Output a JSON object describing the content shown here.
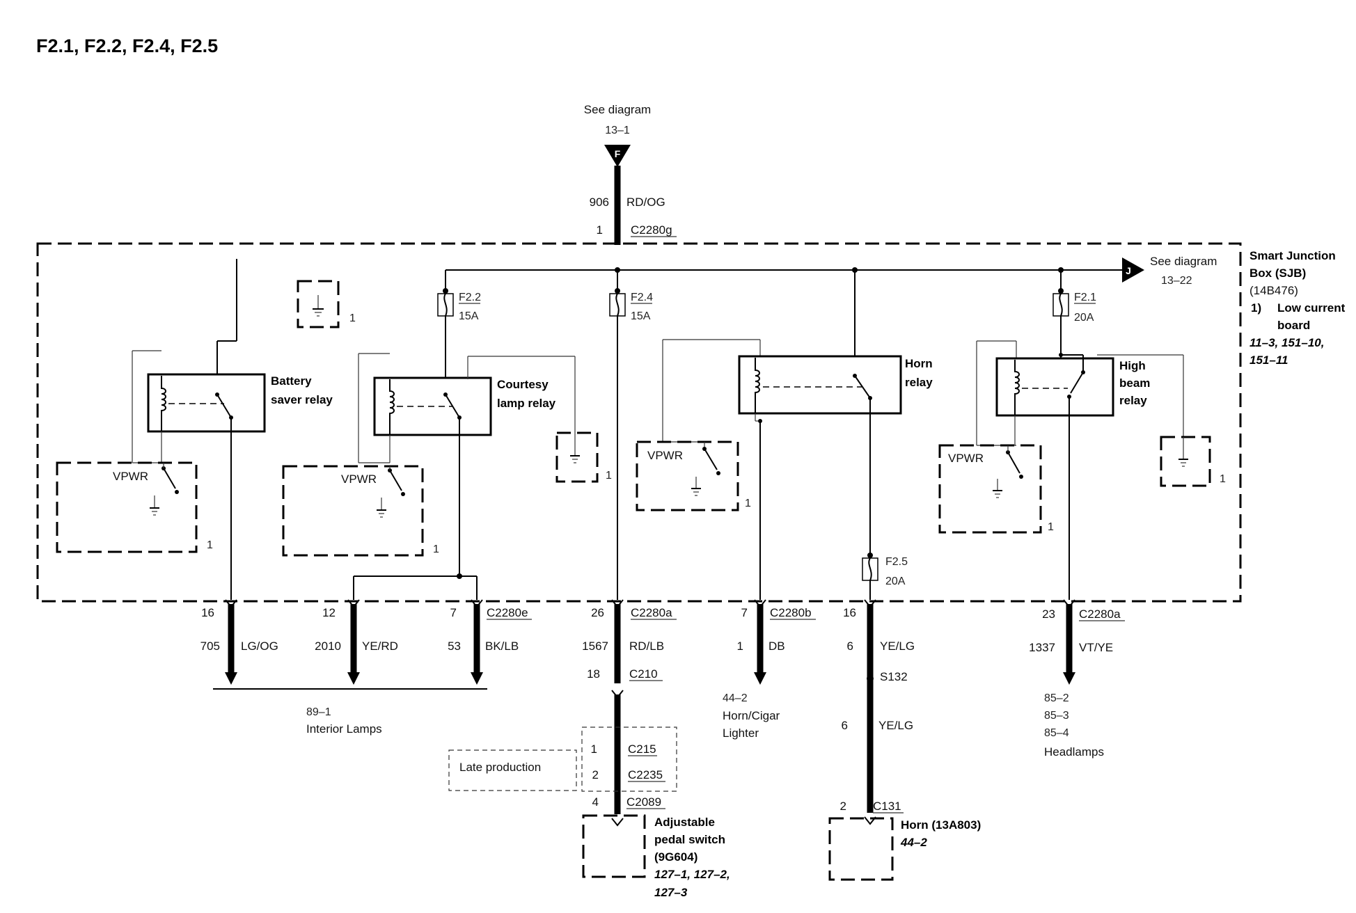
{
  "title": "F2.1, F2.2, F2.4, F2.5",
  "top_feed": {
    "see": "See diagram",
    "ref": "13–1",
    "marker": "F",
    "circuit": "906",
    "color": "RD/OG",
    "pin": "1",
    "connector": "C2280g"
  },
  "right_feed": {
    "see": "See diagram",
    "ref": "13–22",
    "marker": "J"
  },
  "sjb": {
    "name_lines": [
      "Smart Junction",
      "Box (SJB)",
      "(14B476)"
    ],
    "note_num": "1)",
    "note_lines": [
      "Low current",
      "board"
    ],
    "refs": [
      "11–3, 151–10,",
      "151–11"
    ]
  },
  "fuses": [
    {
      "id": "F2.2",
      "rating": "15A"
    },
    {
      "id": "F2.4",
      "rating": "15A"
    },
    {
      "id": "F2.1",
      "rating": "20A"
    },
    {
      "id": "F2.5",
      "rating": "20A"
    }
  ],
  "relays": [
    {
      "name_lines": [
        "Battery",
        "saver relay"
      ]
    },
    {
      "name_lines": [
        "Courtesy",
        "lamp relay"
      ]
    },
    {
      "name_lines": [
        "Horn",
        "relay"
      ]
    },
    {
      "name_lines": [
        "High",
        "beam",
        "relay"
      ]
    }
  ],
  "modules": {
    "vpwr": "VPWR",
    "note": "1"
  },
  "outputs": [
    {
      "pin": "16",
      "circuit": "705",
      "color": "LG/OG"
    },
    {
      "pin": "12",
      "circuit": "2010",
      "color": "YE/RD"
    },
    {
      "pin": "7",
      "connector": "C2280e",
      "circuit": "53",
      "color": "BK/LB"
    },
    {
      "pin": "26",
      "connector": "C2280a",
      "circuit": "1567",
      "color": "RD/LB"
    },
    {
      "pin": "7",
      "connector": "C2280b",
      "circuit": "1",
      "color": "DB"
    },
    {
      "pin": "16",
      "circuit": "6",
      "color": "YE/LG"
    },
    {
      "pin": "23",
      "connector": "C2280a",
      "circuit": "1337",
      "color": "VT/YE"
    }
  ],
  "interior": {
    "ref": "89–1",
    "name": "Interior Lamps"
  },
  "pedal_path": {
    "c210_pin": "18",
    "c210": "C210",
    "late": "Late production",
    "c215_pin": "1",
    "c215": "C215",
    "c2235_pin": "2",
    "c2235": "C2235",
    "c2089_pin": "4",
    "c2089": "C2089"
  },
  "pedal_switch": {
    "name_lines": [
      "Adjustable",
      "pedal switch",
      "(9G604)"
    ],
    "refs": [
      "127–1, 127–2,",
      "127–3"
    ]
  },
  "horn_cigar": {
    "ref": "44–2",
    "name_lines": [
      "Horn/Cigar",
      "Lighter"
    ]
  },
  "horn_path": {
    "splice": "S132",
    "circuit": "6",
    "color": "YE/LG",
    "c131_pin": "2",
    "c131": "C131"
  },
  "horn": {
    "name": "Horn (13A803)",
    "ref": "44–2"
  },
  "headlamps": {
    "refs": [
      "85–2",
      "85–3",
      "85–4"
    ],
    "name": "Headlamps"
  }
}
